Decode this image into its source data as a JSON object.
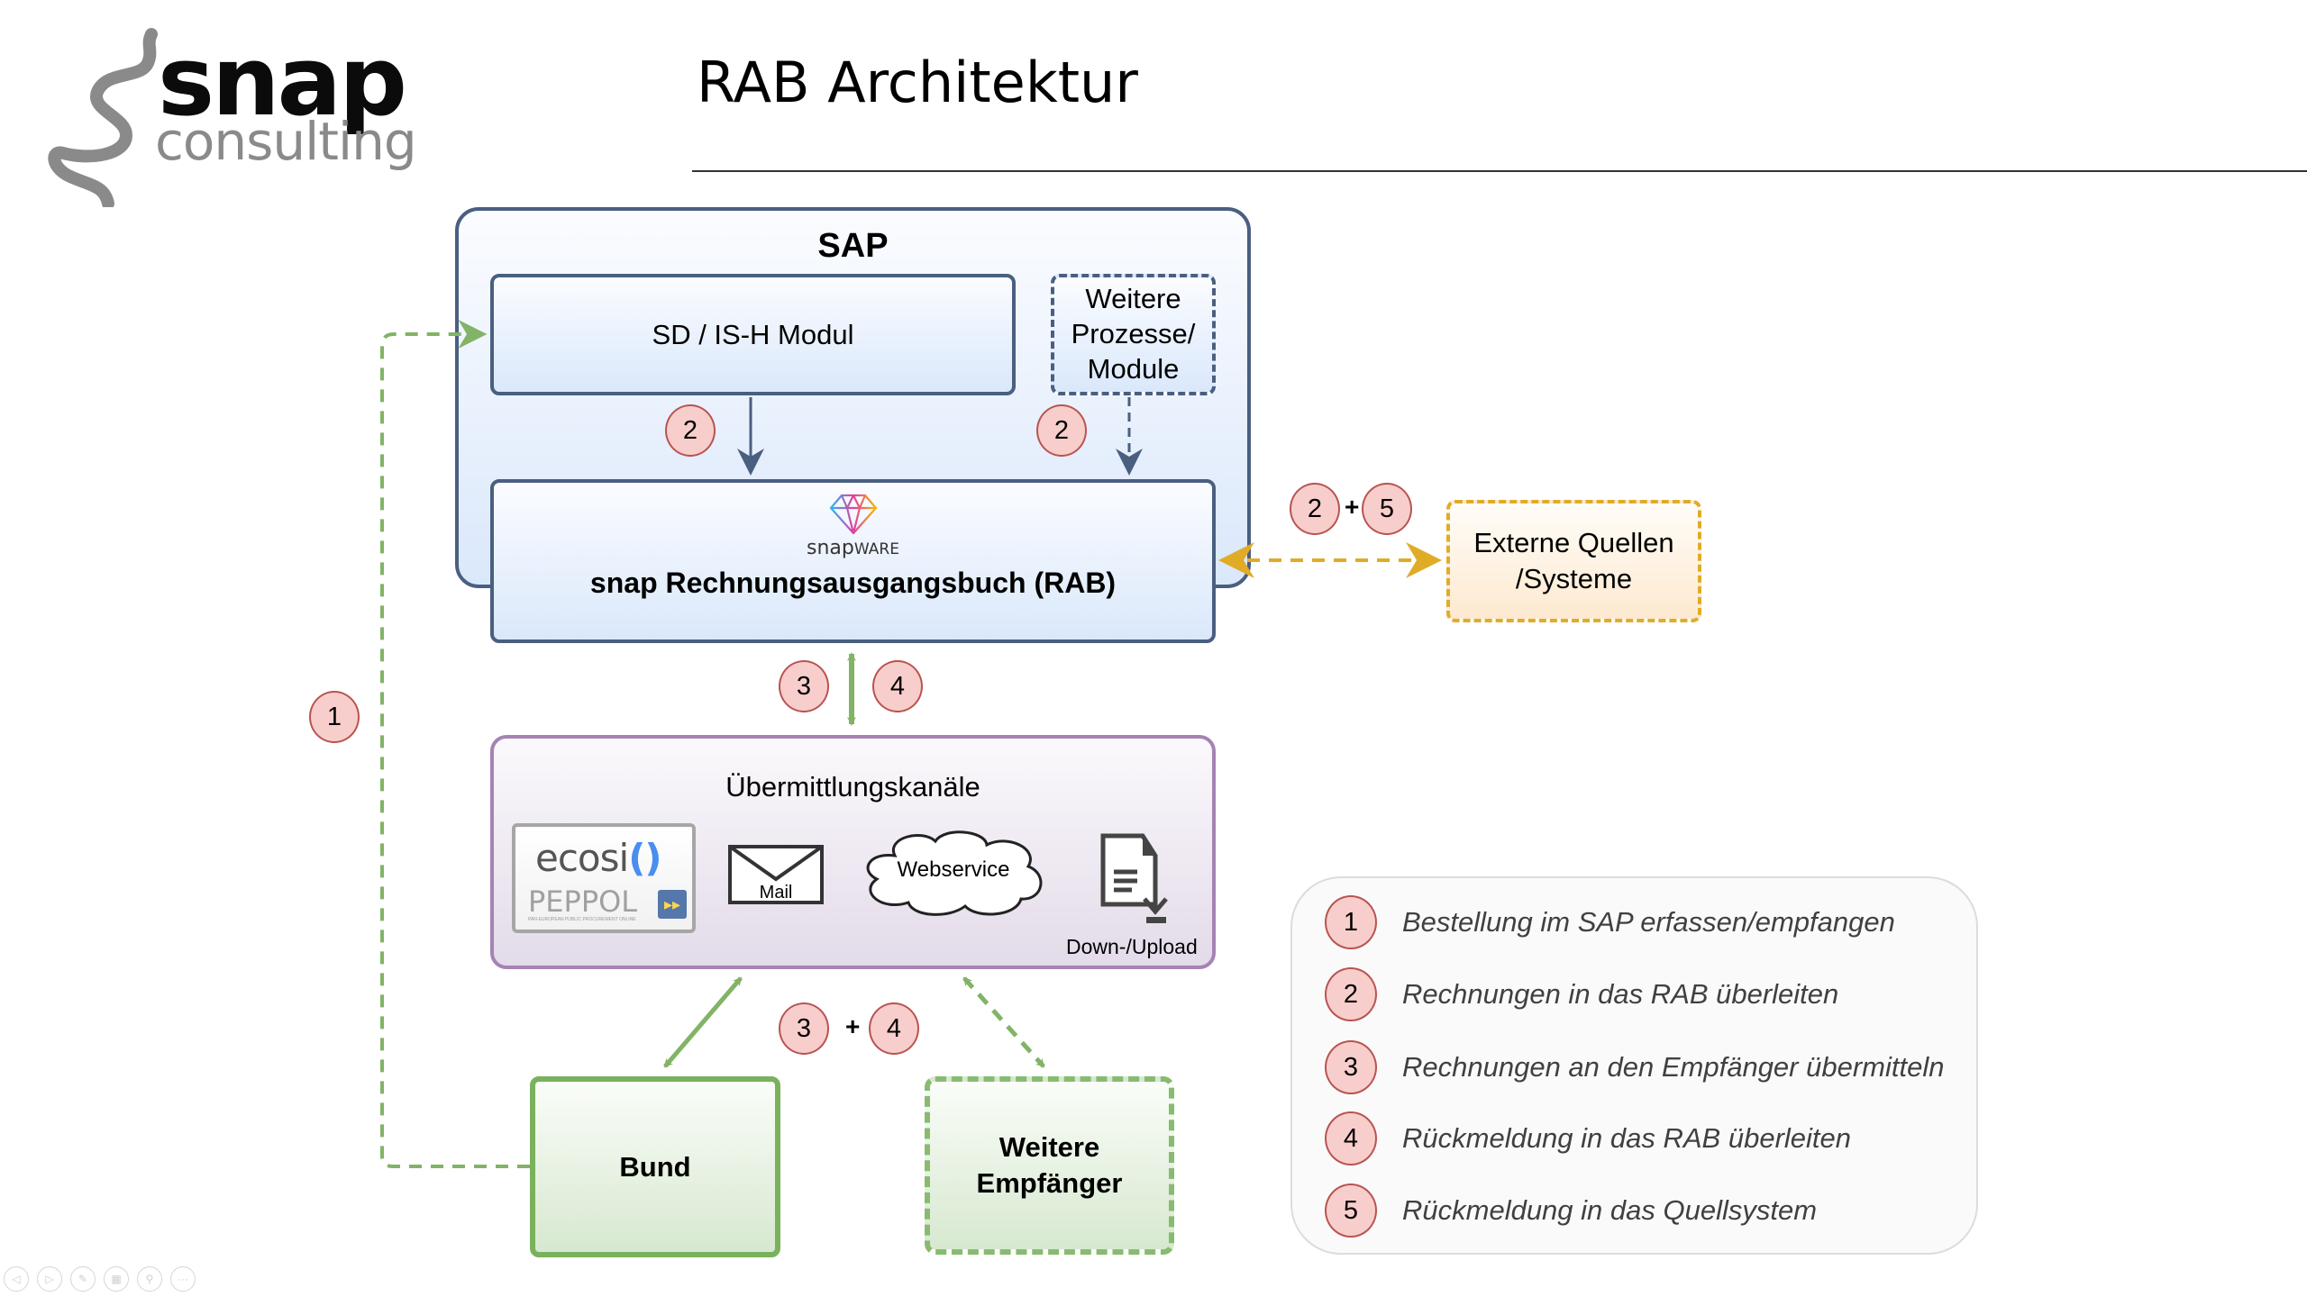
{
  "logo": {
    "primary": "snap",
    "secondary": "consulting",
    "icon": "snake-icon"
  },
  "title": "RAB Architektur",
  "diagram": {
    "sap": {
      "label": "SAP"
    },
    "sd_module": {
      "label": "SD / IS-H Modul"
    },
    "weitere_module": {
      "line1": "Weitere",
      "line2": "Prozesse/",
      "line3": "Module"
    },
    "rab": {
      "brand_prefix": "snap",
      "brand_suffix": "WARE",
      "label": "snap Rechnungsausgangsbuch (RAB)"
    },
    "externe": {
      "line1": "Externe Quellen",
      "line2": "/Systeme"
    },
    "channels": {
      "label": "Übermittlungskanäle",
      "ecosio": {
        "brand": "ecosi",
        "brand_mark": "()",
        "peppol": "PEPPOL",
        "peppol_sub": "PAN-EUROPEAN PUBLIC PROCUREMENT ONLINE"
      },
      "mail": "Mail",
      "webservice": "Webservice",
      "download": "Down-/Upload"
    },
    "bund": {
      "label": "Bund"
    },
    "weitere_empfaenger": {
      "line1": "Weitere",
      "line2": "Empfänger"
    },
    "badges": {
      "step1": "1",
      "sd_to_rab": "2",
      "module_to_rab": "2",
      "ext_a": "2",
      "ext_b": "5",
      "rab_ch_a": "3",
      "rab_ch_b": "4",
      "ch_recv_a": "3",
      "ch_recv_b": "4",
      "plus": "+"
    },
    "colors": {
      "sap_border": "#4a5f80",
      "badge_fill": "#f8cecc",
      "badge_border": "#b85450",
      "green_arrow": "#82b366",
      "orange_arrow": "#e0ac28",
      "channels_border": "#a583b3"
    }
  },
  "legend": {
    "items": [
      {
        "num": "1",
        "text": "Bestellung im SAP erfassen/empfangen"
      },
      {
        "num": "2",
        "text": "Rechnungen in das RAB überleiten"
      },
      {
        "num": "3",
        "text": "Rechnungen an den Empfänger übermitteln"
      },
      {
        "num": "4",
        "text": "Rückmeldung in das RAB überleiten"
      },
      {
        "num": "5",
        "text": "Rückmeldung in das Quellsystem"
      }
    ]
  },
  "toolbar": {
    "prev": "◁",
    "next": "▷",
    "pen": "✎",
    "slides": "▦",
    "zoom": "⚲",
    "more": "···"
  }
}
